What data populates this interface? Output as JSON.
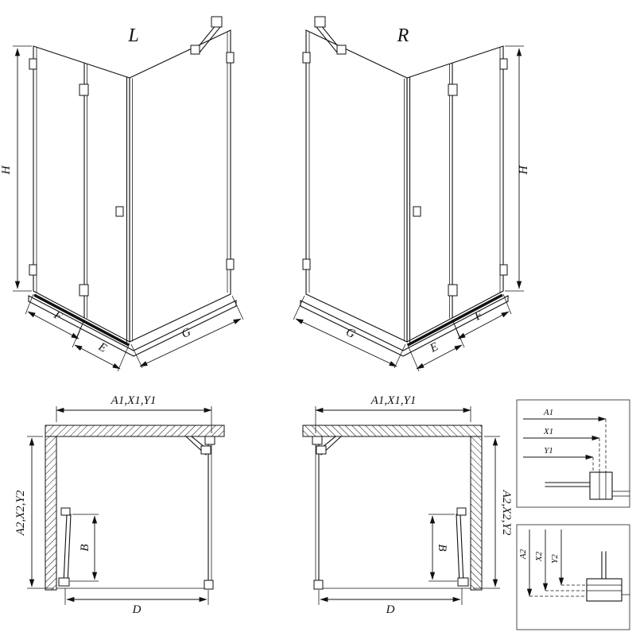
{
  "drawing": {
    "type": "shower-enclosure-technical-drawing",
    "colors": {
      "line": "#111111",
      "background": "#ffffff"
    }
  },
  "views": {
    "iso_left": {
      "label": "L",
      "dim_height": "H",
      "dim_f": "F",
      "dim_e": "E",
      "dim_g": "G"
    },
    "iso_right": {
      "label": "R",
      "dim_height": "H",
      "dim_f": "F",
      "dim_e": "E",
      "dim_g": "G"
    },
    "plan_left": {
      "dim_top": "A1,X1,Y1",
      "dim_side": "A2,X2,Y2",
      "dim_door": "B",
      "dim_width": "D"
    },
    "plan_right": {
      "dim_top": "A1,X1,Y1",
      "dim_side": "A2,X2,Y2",
      "dim_door": "B",
      "dim_width": "D"
    },
    "detail_widths": {
      "dims": [
        "A1",
        "X1",
        "Y1"
      ]
    },
    "detail_heights": {
      "dims": [
        "A2",
        "X2",
        "Y2"
      ]
    }
  }
}
